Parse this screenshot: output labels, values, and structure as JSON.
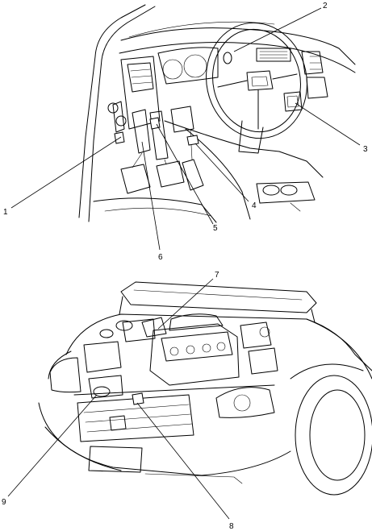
{
  "figure": {
    "panels": [
      {
        "id": "interior",
        "callouts": [
          "1",
          "2",
          "3",
          "4",
          "5",
          "6"
        ]
      },
      {
        "id": "engine",
        "callouts": [
          "7",
          "8",
          "9"
        ]
      }
    ]
  },
  "callouts": {
    "c1": "1",
    "c2": "2",
    "c3": "3",
    "c4": "4",
    "c5": "5",
    "c6": "6",
    "c7": "7",
    "c8": "8",
    "c9": "9"
  },
  "colors": {
    "ink": "#000000",
    "background": "#ffffff"
  }
}
